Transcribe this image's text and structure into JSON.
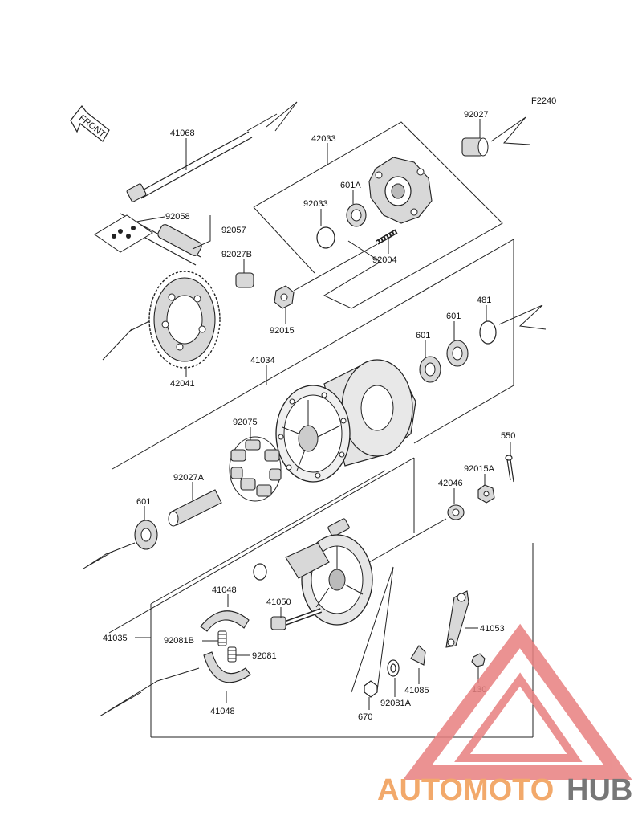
{
  "diagram": {
    "figure_code": "F2240",
    "front_label": "FRONT",
    "labels": {
      "p41068": "41068",
      "p42033": "42033",
      "p92027": "92027",
      "p92033": "92033",
      "p601a": "601A",
      "p92058": "92058",
      "p92057": "92057",
      "p92027b": "92027B",
      "p92004": "92004",
      "p92015": "92015",
      "p481": "481",
      "p601_top": "601",
      "p601_mid": "601",
      "p42041": "42041",
      "p41034": "41034",
      "p92075": "92075",
      "p550": "550",
      "p92015a": "92015A",
      "p42046": "42046",
      "p92027a": "92027A",
      "p601_left": "601",
      "p41048_top": "41048",
      "p41050": "41050",
      "p41053": "41053",
      "p41035": "41035",
      "p92081b": "92081B",
      "p92081": "92081",
      "p130": "130",
      "p41085": "41085",
      "p92081a": "92081A",
      "p670": "670",
      "p41048_bot": "41048"
    }
  },
  "watermark": {
    "part1": "AUTOMOTO",
    "part2": "HUB",
    "color1": "#f2a96b",
    "color2": "#777777",
    "logo_color": "#e88080"
  }
}
